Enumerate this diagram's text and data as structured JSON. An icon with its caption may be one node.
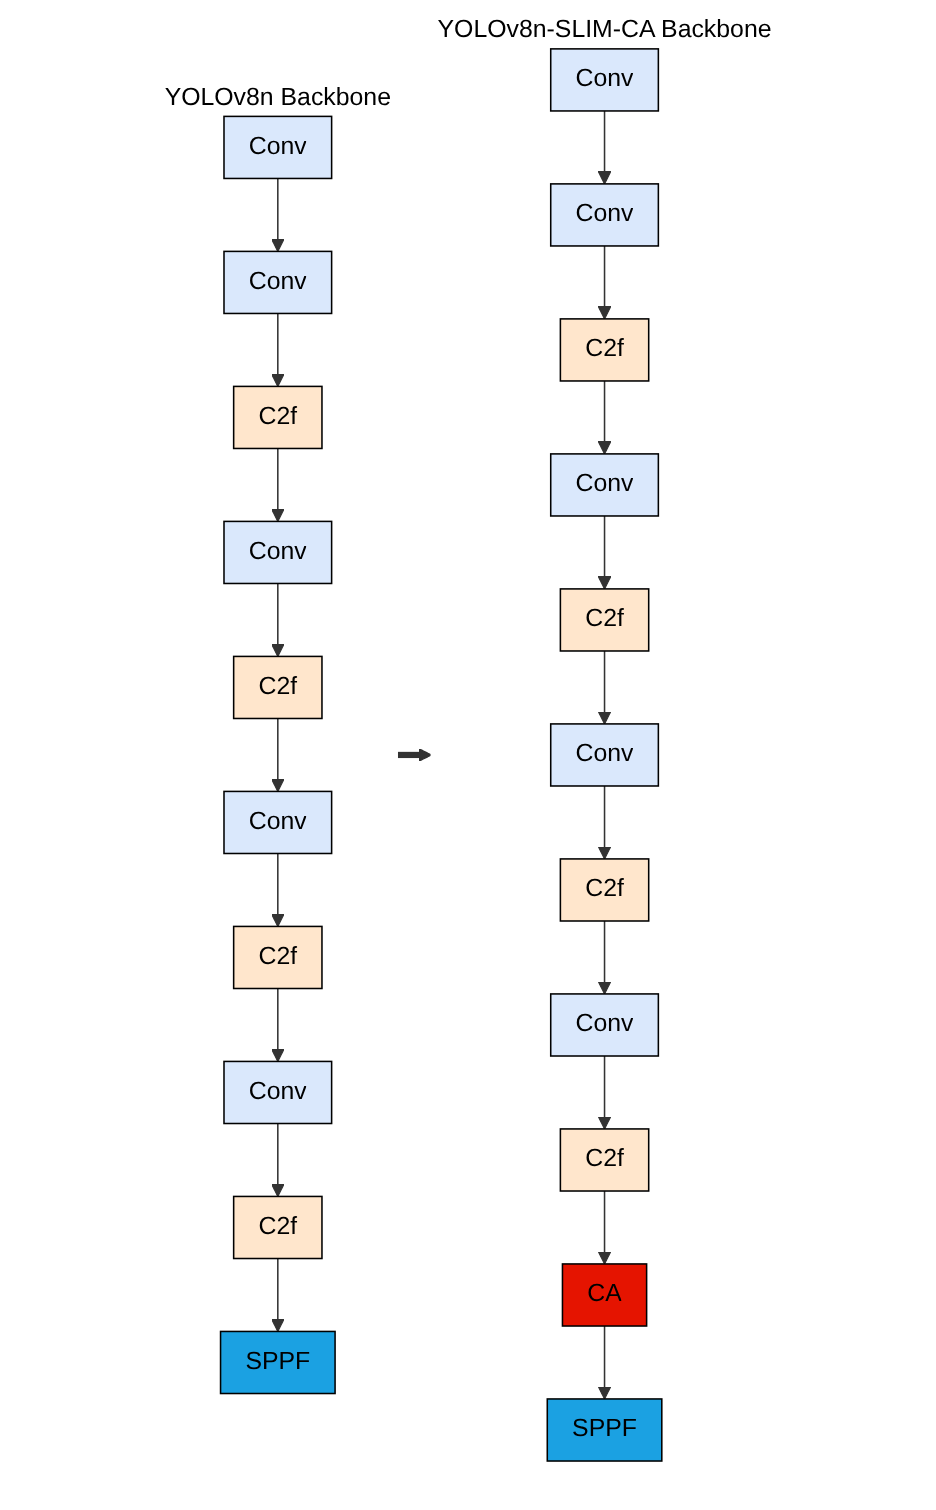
{
  "diagram": {
    "nodes": [
      {
        "text": [
          "YOLOv8n Backbone"
        ]
      },
      {
        "text": [
          "Conv"
        ],
        "in": 0
      },
      {
        "text": [
          "Conv"
        ],
        "in": 0
      },
      {
        "text": [
          "C2f"
        ],
        "in": 0
      },
      {
        "text": [
          "Conv"
        ],
        "in": 0
      },
      {
        "text": [
          "C2f"
        ],
        "in": 0
      },
      {
        "text": [
          "Conv"
        ],
        "in": 0
      },
      {
        "text": [
          "C2f"
        ],
        "in": 0
      },
      {
        "text": [
          "Conv"
        ],
        "in": 0
      },
      {
        "text": [
          "C2f"
        ],
        "in": 0
      },
      {
        "text": [
          "SPPF"
        ],
        "in": 0
      },
      {
        "text": [
          "YOLOv8n-SLIM-CA Backbone"
        ]
      },
      {
        "text": [
          "Conv"
        ],
        "in": 11
      },
      {
        "text": [
          "Conv"
        ],
        "in": 11
      },
      {
        "text": [
          "C2f"
        ],
        "in": 11
      },
      {
        "text": [
          "Conv"
        ],
        "in": 11
      },
      {
        "text": [
          "C2f"
        ],
        "in": 11
      },
      {
        "text": [
          "Conv"
        ],
        "in": 11
      },
      {
        "text": [
          "C2f"
        ],
        "in": 11
      },
      {
        "text": [
          "Conv"
        ],
        "in": 11
      },
      {
        "text": [
          "C2f"
        ],
        "in": 11
      },
      {
        "text": [
          "CA"
        ],
        "in": 11
      },
      {
        "text": [
          "SPPF"
        ],
        "in": 11
      }
    ],
    "edges": [
      {
        "from": 1,
        "to": 2,
        "arrow": "to"
      },
      {
        "from": 2,
        "to": 3,
        "arrow": "to"
      },
      {
        "from": 3,
        "to": 4,
        "arrow": "to"
      },
      {
        "from": 4,
        "to": 5,
        "arrow": "to"
      },
      {
        "from": 5,
        "to": 6,
        "arrow": "to"
      },
      {
        "from": 6,
        "to": 7,
        "arrow": "to"
      },
      {
        "from": 7,
        "to": 8,
        "arrow": "to"
      },
      {
        "from": 8,
        "to": 9,
        "arrow": "to"
      },
      {
        "from": 9,
        "to": 10,
        "arrow": "to"
      },
      {
        "from": 0,
        "to": 11,
        "arrow": "to",
        "style": "thick"
      },
      {
        "from": 12,
        "to": 13,
        "arrow": "to"
      },
      {
        "from": 13,
        "to": 14,
        "arrow": "to"
      },
      {
        "from": 14,
        "to": 15,
        "arrow": "to"
      },
      {
        "from": 15,
        "to": 16,
        "arrow": "to"
      },
      {
        "from": 16,
        "to": 17,
        "arrow": "to"
      },
      {
        "from": 17,
        "to": 18,
        "arrow": "to"
      },
      {
        "from": 18,
        "to": 19,
        "arrow": "to"
      },
      {
        "from": 19,
        "to": 20,
        "arrow": "to"
      },
      {
        "from": 20,
        "to": 21,
        "arrow": "to"
      },
      {
        "from": 21,
        "to": 22,
        "arrow": "to"
      }
    ]
  }
}
